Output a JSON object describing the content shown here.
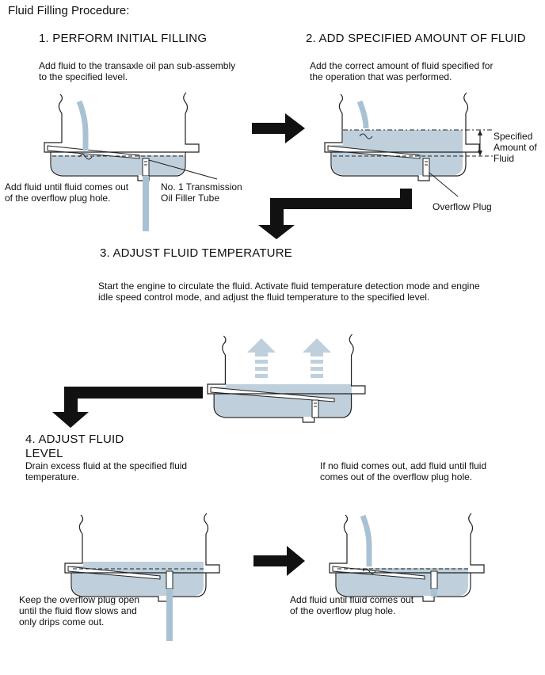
{
  "title": "Fluid Filling Procedure:",
  "step1": {
    "heading": "1. PERFORM INITIAL  FILLING",
    "desc_line1": "Add fluid to the transaxle oil pan sub-assembly",
    "desc_line2": "to the specified level.",
    "note_line1": "Add fluid until fluid comes out",
    "note_line2": "of the overflow plug hole.",
    "callout_line1": "No. 1 Transmission",
    "callout_line2": "Oil Filler Tube"
  },
  "step2": {
    "heading": "2. ADD SPECIFIED AMOUNT OF FLUID",
    "desc_line1": "Add the correct amount of fluid specified for",
    "desc_line2": "the operation that was performed.",
    "dim_line1": "Specified",
    "dim_line2": "Amount of",
    "dim_line3": "Fluid",
    "callout": "Overflow Plug"
  },
  "step3": {
    "heading": "3. ADJUST FLUID TEMPERATURE",
    "desc_line1": "Start the engine to circulate the fluid. Activate fluid temperature detection mode and engine",
    "desc_line2": "idle speed control mode, and adjust the fluid temperature to the specified level."
  },
  "step4": {
    "heading_line1": "4. ADJUST FLUID",
    "heading_line2": "LEVEL",
    "desc_line1": "Drain excess fluid at the specified fluid",
    "desc_line2": "temperature.",
    "alt_line1": "If no fluid comes out, add fluid until fluid",
    "alt_line2": "comes out of the overflow plug hole.",
    "note_left_line1": "Keep the overflow plug open",
    "note_left_line2": "until the fluid flow slows and",
    "note_left_line3": "only drips come out.",
    "note_right_line1": "Add fluid until fluid comes out",
    "note_right_line2": "of the overflow plug hole."
  },
  "colors": {
    "fluid": "#bfd0dc",
    "fluid_stream": "#a9c2d3",
    "line": "#222222",
    "arrow": "#111111"
  }
}
